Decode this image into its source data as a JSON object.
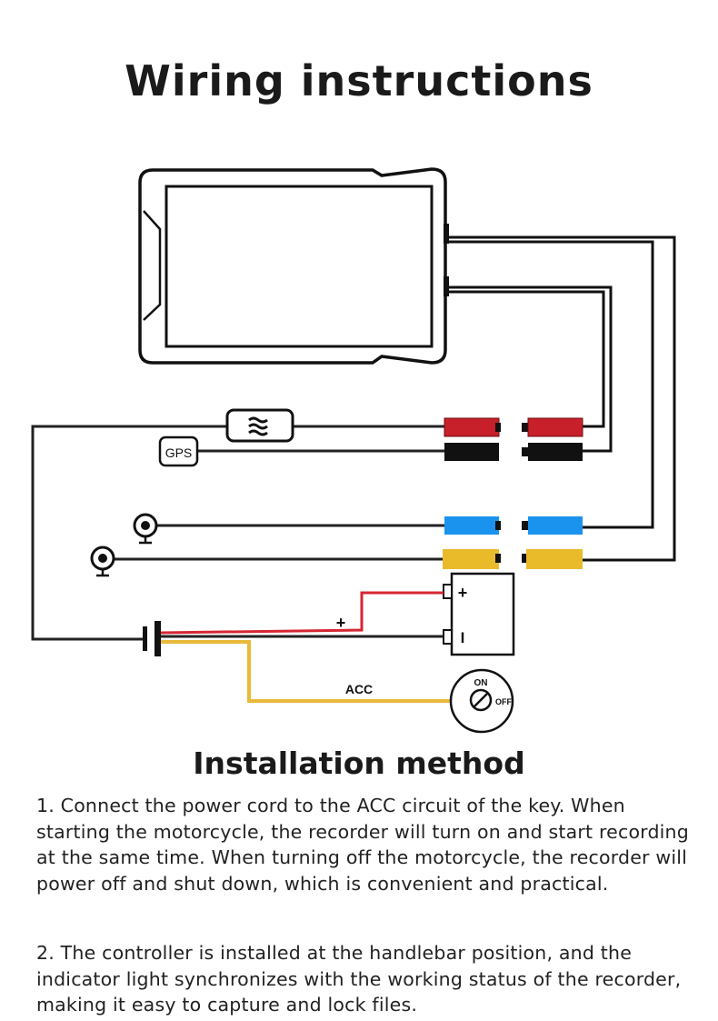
{
  "title": "Wiring instructions",
  "diagram": {
    "gps_label": "GPS",
    "battery_plus": "+",
    "battery_minus": "I",
    "wire_plus_label": "+",
    "acc_label": "ACC",
    "key_on": "ON",
    "key_off": "OFF",
    "colors": {
      "red": "#c8202a",
      "black": "#111111",
      "blue": "#1a93ee",
      "yellow": "#e9bb2b",
      "wire_red": "#d62633",
      "wire_yellow": "#e8b93a"
    }
  },
  "installation": {
    "heading": "Installation method",
    "steps": [
      "1. Connect the power cord to the ACC circuit of the key. When starting the motorcycle, the recorder will turn on and start recording at the same time. When turning off the motorcycle, the recorder will power off and shut down, which is convenient and practical.",
      "2. The controller is installed at the handlebar position, and the indicator light synchronizes with the working status of the recorder, making it easy to capture and lock files."
    ]
  }
}
